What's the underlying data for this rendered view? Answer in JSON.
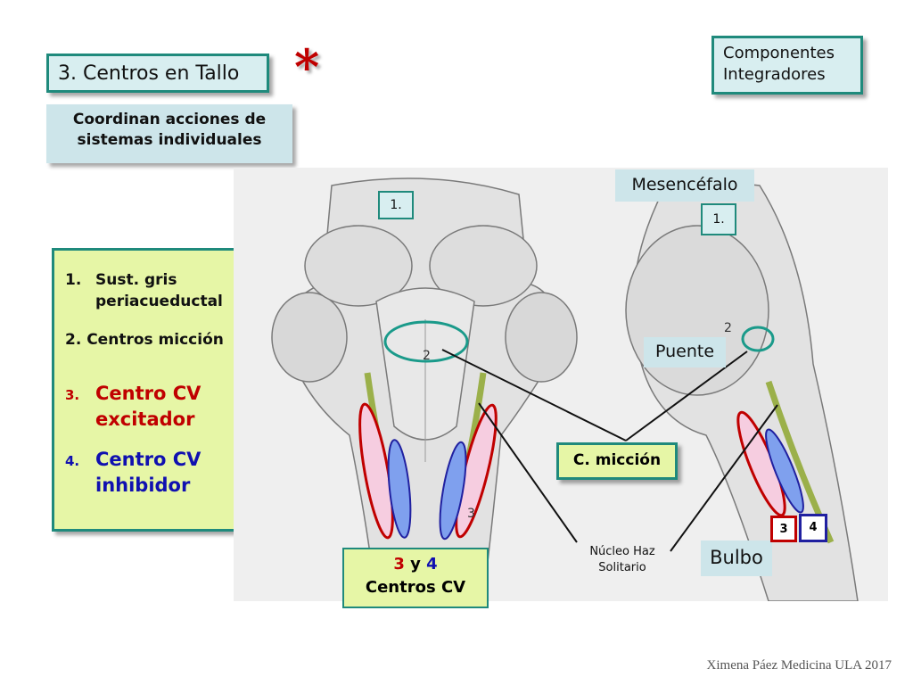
{
  "slide": {
    "title": "3. Centros en Tallo",
    "subtitle": "Coordinan acciones de sistemas individuales",
    "components": [
      "Componentes",
      "Integradores"
    ],
    "legend": {
      "item1_num": "1.",
      "item1_line1": "Sust. gris",
      "item1_line2": "periacueductal",
      "item2": "2. Centros micción",
      "item3_num": "3.",
      "item3_line1": "Centro CV",
      "item3_line2": "excitador",
      "item4_num": "4.",
      "item4_line1": "Centro CV",
      "item4_line2": "inhibidor"
    },
    "labels": {
      "mesencefalo": "Mesencéfalo",
      "puente": "Puente",
      "bulbo": "Bulbo",
      "c_miccion": "C. micción",
      "nucleo_line1": "Núcleo Haz",
      "nucleo_line2": "Solitario",
      "cv_num3": "3",
      "cv_y": " y ",
      "cv_num4": "4",
      "cv_line2": "Centros CV",
      "left_1": "1.",
      "right_1": "1.",
      "left_2": "2",
      "right_2": "2",
      "left_3": "3",
      "box3": "3",
      "box4": "4"
    },
    "credit": "Ximena Páez Medicina ULA 2017",
    "colors": {
      "teal_border": "#1f8a7c",
      "pale_green": "#e6f6a6",
      "pale_blue": "#d8eef0",
      "red": "#c00000",
      "blue": "#1010b0"
    }
  }
}
